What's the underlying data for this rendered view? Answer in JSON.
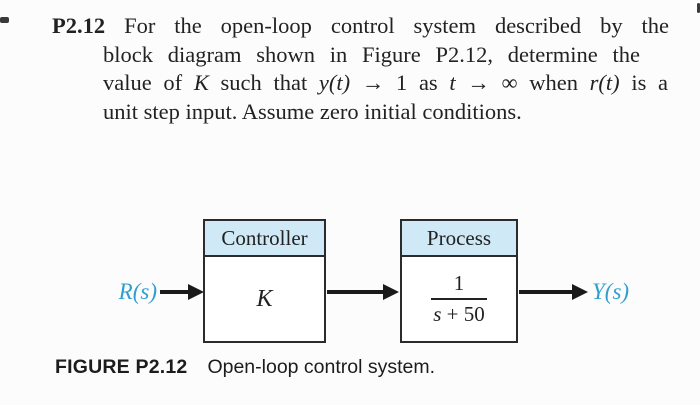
{
  "problem": {
    "number": "P2.12",
    "line1": "For the open-loop control system described by the",
    "line2": "block diagram shown in Figure P2.12, determine the",
    "line3_runs": [
      {
        "t": "value of "
      },
      {
        "t": "K"
      },
      {
        "t": " such that "
      },
      {
        "t": "y(t)"
      },
      {
        "t": " → 1 as "
      },
      {
        "t": "t"
      },
      {
        "t": " → ∞ when "
      },
      {
        "t": "r(t)"
      },
      {
        "t": " is a"
      }
    ],
    "line4": "unit step input. Assume zero initial conditions."
  },
  "diagram": {
    "input_label": "R(s)",
    "output_label": "Y(s)",
    "controller": {
      "title": "Controller",
      "gain": "K"
    },
    "process": {
      "title": "Process",
      "numerator": "1",
      "denominator_var": "s",
      "denominator_rest": " + 50"
    },
    "colors": {
      "header_bg": "#cfe9f6",
      "signal_label": "#2f9fce",
      "border": "#2b2b2b"
    }
  },
  "caption": {
    "label": "FIGURE P2.12",
    "text": "Open-loop control system."
  }
}
